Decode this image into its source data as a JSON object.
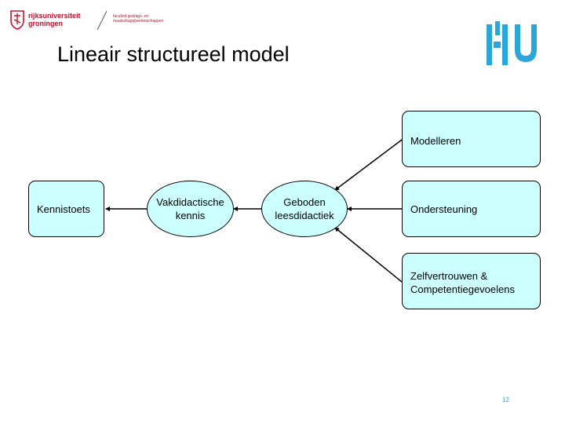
{
  "header": {
    "rug_name_line1": "rijksuniversiteit",
    "rug_name_line2": "groningen",
    "rug_faculty_line1": "faculteit gedrags- en",
    "rug_faculty_line2": "maatschappijwetenschappen"
  },
  "slide": {
    "title": "Lineair structureel model",
    "page_number": "12"
  },
  "diagram": {
    "nodes": {
      "kennistoets": "Kennistoets",
      "vakdidactische_line1": "Vakdidactische",
      "vakdidactische_line2": "kennis",
      "geboden_line1": "Geboden",
      "geboden_line2": "leesdidactiek",
      "modelleren": "Modelleren",
      "ondersteuning": "Ondersteuning",
      "zelfvertrouwen_line1": "Zelfvertrouwen &",
      "zelfvertrouwen_line2": "Competentiegevoelens"
    }
  },
  "colors": {
    "node_fill": "#ccffff",
    "rug_red": "#c8102e",
    "hu_blue": "#2aa7d8"
  }
}
